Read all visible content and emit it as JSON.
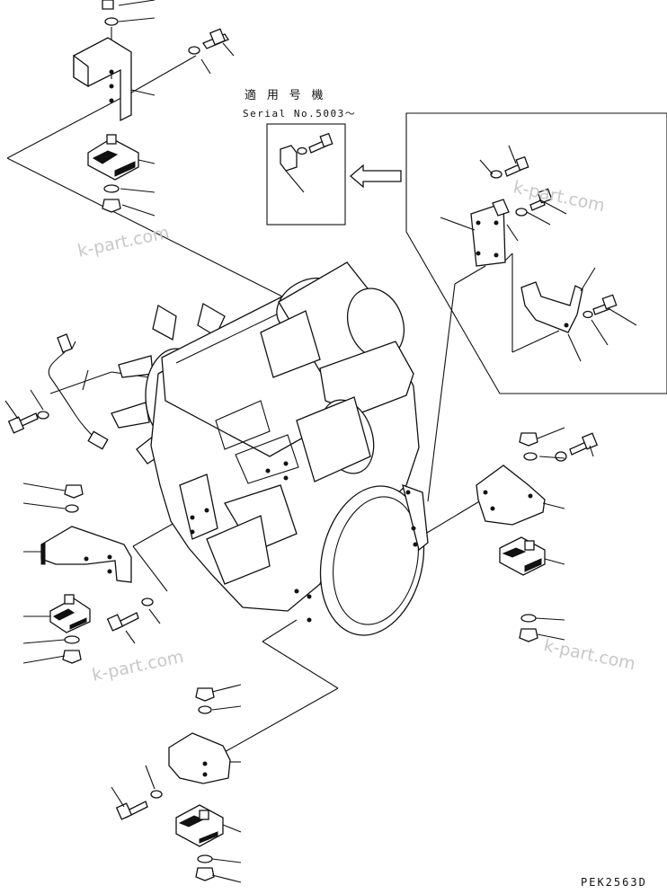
{
  "serial_box": {
    "label_jp": "適 用 号 機",
    "label_serial": "Serial No.5003〜"
  },
  "watermarks": [
    "k-part.com",
    "k-part.com",
    "k-part.com",
    "k-part.com"
  ],
  "drawing_code": "PEK2563D",
  "icons": [
    "arrow-left-icon"
  ]
}
